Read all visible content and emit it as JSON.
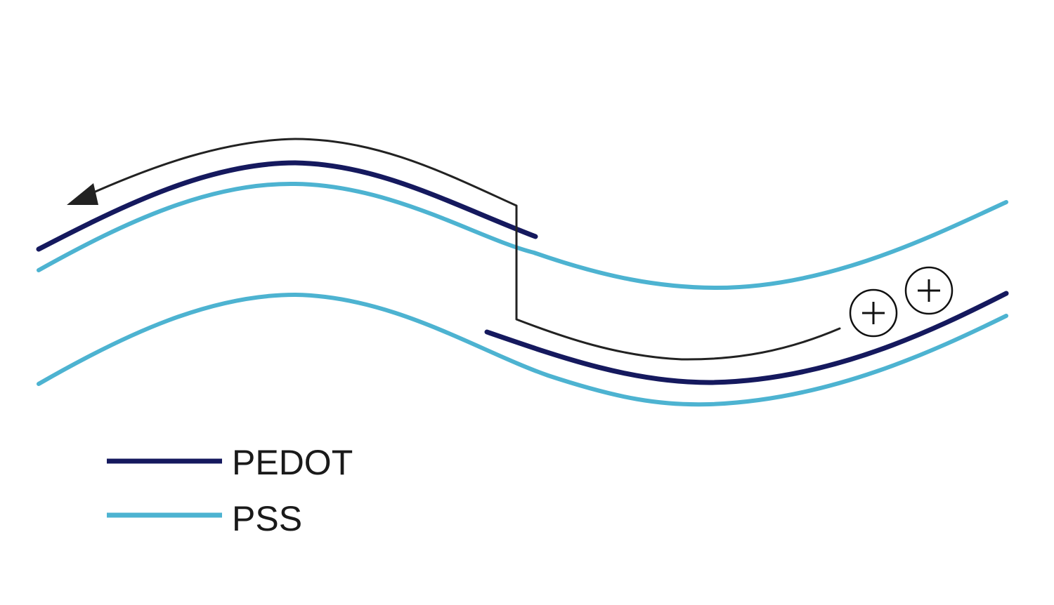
{
  "colors": {
    "pedot": "#15195e",
    "pss": "#4db3d1",
    "charge_path": "#222222",
    "charge": "#111111",
    "background": "#ffffff"
  },
  "charges": [
    {
      "symbol": "+"
    },
    {
      "symbol": "+"
    }
  ],
  "legend": [
    {
      "key": "pedot",
      "label": "PEDOT"
    },
    {
      "key": "pss",
      "label": "PSS"
    }
  ]
}
